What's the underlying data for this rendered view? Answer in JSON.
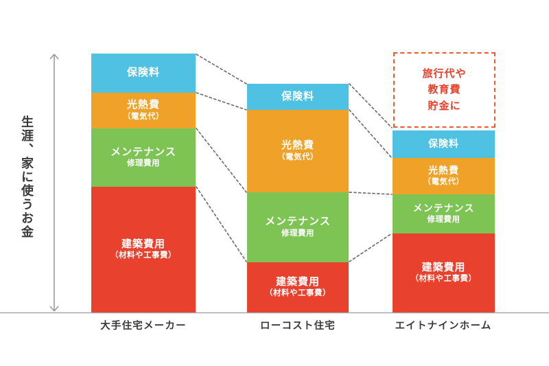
{
  "axis": {
    "y_label": "生涯、家に使うお金",
    "baseline_color": "#9a9a9a"
  },
  "annotation": {
    "line1": "旅行代や",
    "line2": "教育費",
    "line3": "貯金に",
    "color": "#E8402A"
  },
  "colors": {
    "insurance": "#4FC1E3",
    "utilities": "#EFA227",
    "maintenance": "#7DC455",
    "construction": "#E8422F",
    "annotation_border": "#ED5A2B",
    "text_dark": "#3a3a3a",
    "connector": "#6f6f6f"
  },
  "segments": {
    "insurance": {
      "main": "保険料",
      "sub": ""
    },
    "utilities": {
      "main": "光熱費",
      "sub": "（電気代）"
    },
    "maintenance": {
      "main": "メンテナンス",
      "sub": "修理費用"
    },
    "construction": {
      "main": "建築費用",
      "sub": "（材料や工事費）"
    }
  },
  "chart_data": {
    "type": "bar",
    "title": "",
    "subtitle": "",
    "xlabel": "",
    "ylabel": "生涯、家に使うお金",
    "stacked": true,
    "grid": false,
    "legend": "none",
    "axis_units": "relative (no numeric scale shown)",
    "ylim": [
      0,
      100
    ],
    "categories": [
      "大手住宅メーカー",
      "ローコスト住宅",
      "エイトナインホーム"
    ],
    "series": [
      {
        "name": "建築費用（材料や工事費）",
        "color": "#E8422F",
        "values": [
          52,
          19,
          30
        ]
      },
      {
        "name": "メンテナンス修理費用",
        "color": "#7DC455",
        "values": [
          21,
          27,
          15
        ]
      },
      {
        "name": "光熱費（電気代）",
        "color": "#EFA227",
        "values": [
          13,
          32,
          14
        ]
      },
      {
        "name": "保険料",
        "color": "#4FC1E3",
        "values": [
          14,
          10,
          11
        ]
      }
    ],
    "totals": [
      100,
      88,
      70
    ],
    "annotations": [
      {
        "text": "旅行代や 教育費 貯金に",
        "attached_to": "エイトナインホーム",
        "style": "dashed-red-box",
        "meaning": "savings gap available for travel, education, savings"
      }
    ]
  },
  "bars": [
    {
      "category": "大手住宅メーカー",
      "x": 133,
      "width": 152,
      "top": 78,
      "bottom": 455,
      "stack": [
        {
          "key": "insurance",
          "top": 78,
          "height": 57
        },
        {
          "key": "utilities",
          "top": 135,
          "height": 52
        },
        {
          "key": "maintenance",
          "top": 187,
          "height": 85
        },
        {
          "key": "construction",
          "top": 272,
          "height": 183
        }
      ]
    },
    {
      "category": "ローコスト住宅",
      "x": 360,
      "width": 148,
      "top": 122,
      "bottom": 455,
      "stack": [
        {
          "key": "insurance",
          "top": 122,
          "height": 38
        },
        {
          "key": "utilities",
          "top": 160,
          "height": 120
        },
        {
          "key": "maintenance",
          "top": 280,
          "height": 102
        },
        {
          "key": "construction",
          "top": 382,
          "height": 73
        }
      ]
    },
    {
      "category": "エイトナインホーム",
      "x": 572,
      "width": 149,
      "top": 190,
      "bottom": 455,
      "stack": [
        {
          "key": "insurance",
          "top": 190,
          "height": 40
        },
        {
          "key": "utilities",
          "top": 230,
          "height": 53
        },
        {
          "key": "maintenance",
          "top": 283,
          "height": 57
        },
        {
          "key": "construction",
          "top": 340,
          "height": 115
        }
      ]
    }
  ]
}
